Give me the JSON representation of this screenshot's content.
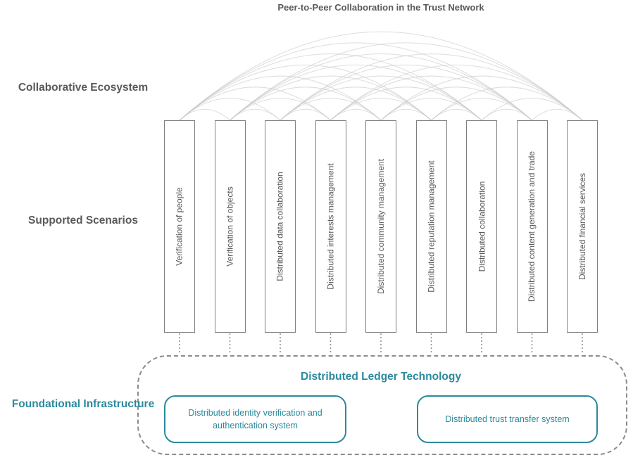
{
  "title": "Peer-to-Peer Collaboration in the Trust Network",
  "sections": {
    "collaborative_ecosystem": "Collaborative Ecosystem",
    "supported_scenarios": "Supported Scenarios",
    "foundational_infrastructure": "Foundational Infrastructure"
  },
  "scenarios": [
    "Verification of people",
    "Verification of objects",
    "Distributed data collaboration",
    "Distributed interests management",
    "Distributed community management",
    "Distributed reputation management",
    "Distributed collaboration",
    "Distributed content generation and trade",
    "Distributed financial services"
  ],
  "foundation": {
    "heading": "Distributed Ledger Technology",
    "boxes": [
      "Distributed identity verification and authentication system",
      "Distributed trust transfer system"
    ]
  },
  "colors": {
    "teal_accent": "#2b8a9d",
    "gray_text": "#595959",
    "bar_border": "#7f7f7f",
    "arc_stroke": "#c6c6c6",
    "dash_border": "#8c8c8c"
  },
  "layout_meta": {
    "bar_count": 9
  }
}
